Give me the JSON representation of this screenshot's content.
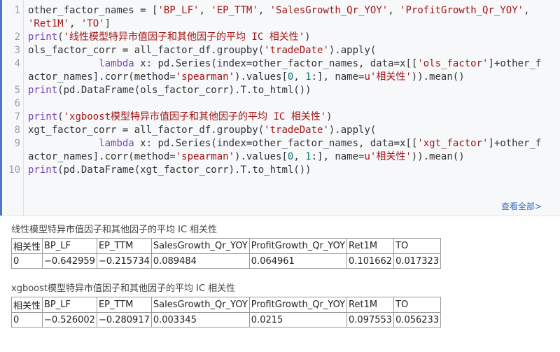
{
  "code": {
    "lines": [
      {
        "n": "1",
        "html": "other_factor_names = [<span class='s'>'BP_LF'</span>, <span class='s'>'EP_TTM'</span>, <span class='s'>'SalesGrowth_Qr_YOY'</span>, <span class='s'>'ProfitGrowth_Qr_YOY'</span>, <span class='s'>'Ret1M'</span>, <span class='s'>'TO'</span>]"
      },
      {
        "n": "2",
        "html": "<span class='k'>print</span>(<span class='s'>'线性模型特异市值因子和其他因子的平均 IC 相关性'</span>)"
      },
      {
        "n": "3",
        "html": "ols_factor_corr = all_factor_df.groupby(<span class='s'>'tradeDate'</span>).apply("
      },
      {
        "n": "4",
        "html": "            <span class='k'>lambda</span> x: pd.Series(index=other_factor_names, data=x[[<span class='s'>'ols_factor'</span>]+other_factor_names].corr(method=<span class='s'>'spearman'</span>).values[<span class='n'>0</span>, <span class='n'>1</span>:], name=<span class='s'>u'相关性'</span>)).mean()"
      },
      {
        "n": "5",
        "html": "<span class='k'>print</span>(pd.DataFrame(ols_factor_corr).T.to_html())"
      },
      {
        "n": "6",
        "html": ""
      },
      {
        "n": "7",
        "html": "<span class='k'>print</span>(<span class='s'>'xgboost模型特异市值因子和其他因子的平均 IC 相关性'</span>)"
      },
      {
        "n": "8",
        "html": "xgt_factor_corr = all_factor_df.groupby(<span class='s'>'tradeDate'</span>).apply("
      },
      {
        "n": "9",
        "html": "            <span class='k'>lambda</span> x: pd.Series(index=other_factor_names, data=x[[<span class='s'>'xgt_factor'</span>]+other_factor_names].corr(method=<span class='s'>'spearman'</span>).values[<span class='n'>0</span>, <span class='n'>1</span>:], name=<span class='s'>u'相关性'</span>)).mean()"
      },
      {
        "n": "10",
        "html": "<span class='k'>print</span>(pd.DataFrame(xgt_factor_corr).T.to_html())"
      }
    ],
    "view_all_label": "查看全部>"
  },
  "outputs": [
    {
      "title": "线性模型特异市值因子和其他因子的平均 IC 相关性",
      "headers": [
        "相关性",
        "BP_LF",
        "EP_TTM",
        "SalesGrowth_Qr_YOY",
        "ProfitGrowth_Qr_YOY",
        "Ret1M",
        "TO"
      ],
      "row": [
        "0",
        "−0.642959",
        "−0.215734",
        "0.089484",
        "0.064961",
        "0.101662",
        "0.017323"
      ]
    },
    {
      "title": "xgboost模型特异市值因子和其他因子的平均 IC 相关性",
      "headers": [
        "相关性",
        "BP_LF",
        "EP_TTM",
        "SalesGrowth_Qr_YOY",
        "ProfitGrowth_Qr_YOY",
        "Ret1M",
        "TO"
      ],
      "row": [
        "0",
        "−0.526002",
        "−0.280917",
        "0.003345",
        "0.0215",
        "0.097553",
        "0.056233"
      ]
    }
  ]
}
